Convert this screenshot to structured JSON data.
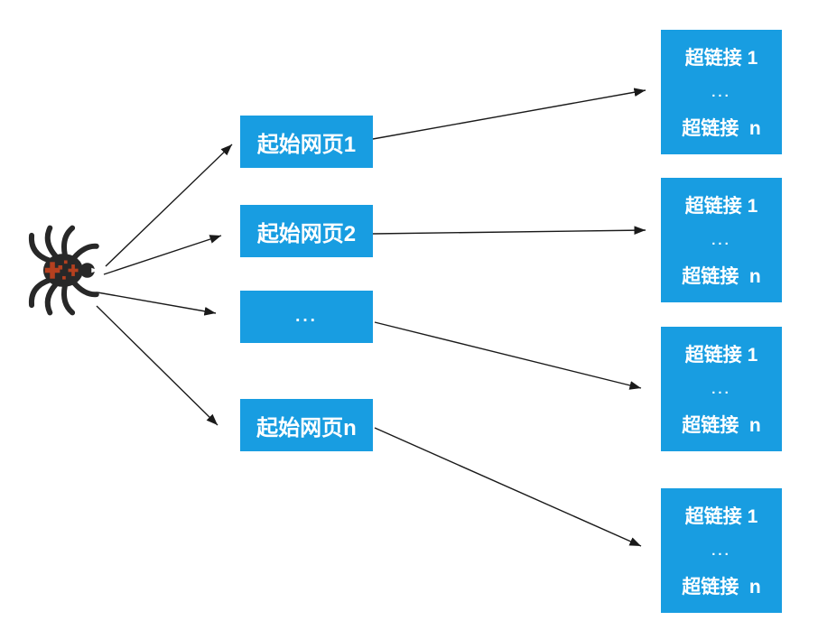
{
  "colors": {
    "box_fill": "#189DE1",
    "box_text": "#FFFFFF",
    "arrow": "#1A1A1A",
    "background": "#FFFFFF",
    "spider_body": "#282828",
    "spider_marking": "#B5401F"
  },
  "crawler": {
    "icon": "spider-icon"
  },
  "start_pages": [
    {
      "id": "start-page-1",
      "label": "起始网页1"
    },
    {
      "id": "start-page-2",
      "label": "起始网页2"
    },
    {
      "id": "start-page-more",
      "label": "..."
    },
    {
      "id": "start-page-n",
      "label": "起始网页n"
    }
  ],
  "hyperlink_groups": [
    {
      "id": "hyperlink-group-1",
      "lines": [
        "超链接 1",
        "...",
        "超链接  n"
      ]
    },
    {
      "id": "hyperlink-group-2",
      "lines": [
        "超链接 1",
        "...",
        "超链接  n"
      ]
    },
    {
      "id": "hyperlink-group-3",
      "lines": [
        "超链接 1",
        "...",
        "超链接  n"
      ]
    },
    {
      "id": "hyperlink-group-4",
      "lines": [
        "超链接 1",
        "...",
        "超链接  n"
      ]
    }
  ],
  "edges": [
    {
      "from": "crawler",
      "to": "start-page-1"
    },
    {
      "from": "crawler",
      "to": "start-page-2"
    },
    {
      "from": "crawler",
      "to": "start-page-more"
    },
    {
      "from": "crawler",
      "to": "start-page-n"
    },
    {
      "from": "start-page-1",
      "to": "hyperlink-group-1"
    },
    {
      "from": "start-page-2",
      "to": "hyperlink-group-2"
    },
    {
      "from": "start-page-more",
      "to": "hyperlink-group-3"
    },
    {
      "from": "start-page-n",
      "to": "hyperlink-group-4"
    }
  ]
}
